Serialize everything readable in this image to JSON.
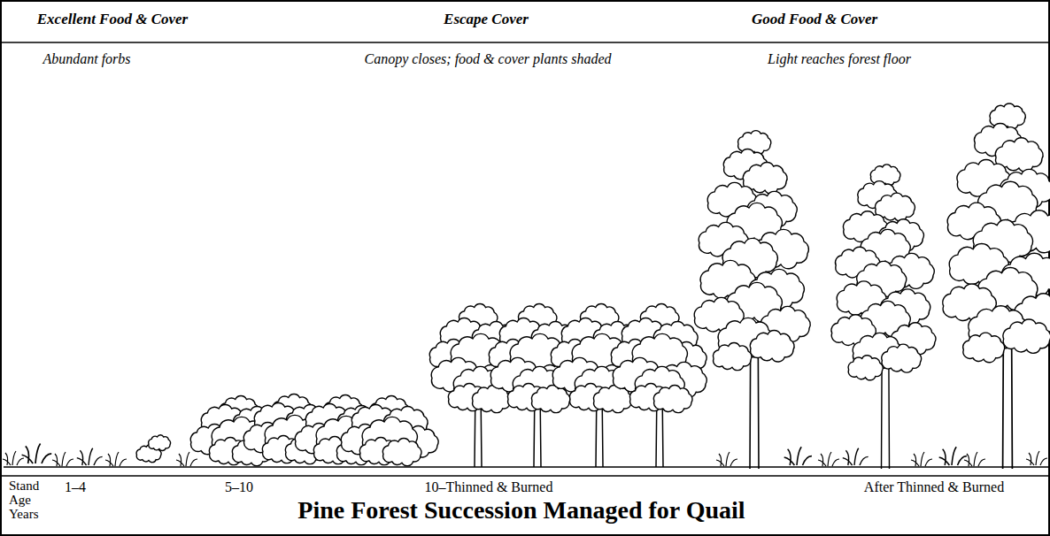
{
  "diagram": {
    "title": "Pine Forest Succession Managed for Quail",
    "labels": [
      "Excellent Food & Cover",
      "Escape Cover",
      "Good Food & Cover",
      "Abundant forbs",
      "Canopy closes; food & cover plants shaded",
      "Light reaches forest floor",
      "Stand Age Years",
      "1–4",
      "5–10",
      "10–Thinned & Burned",
      "After Thinned & Burned"
    ]
  }
}
